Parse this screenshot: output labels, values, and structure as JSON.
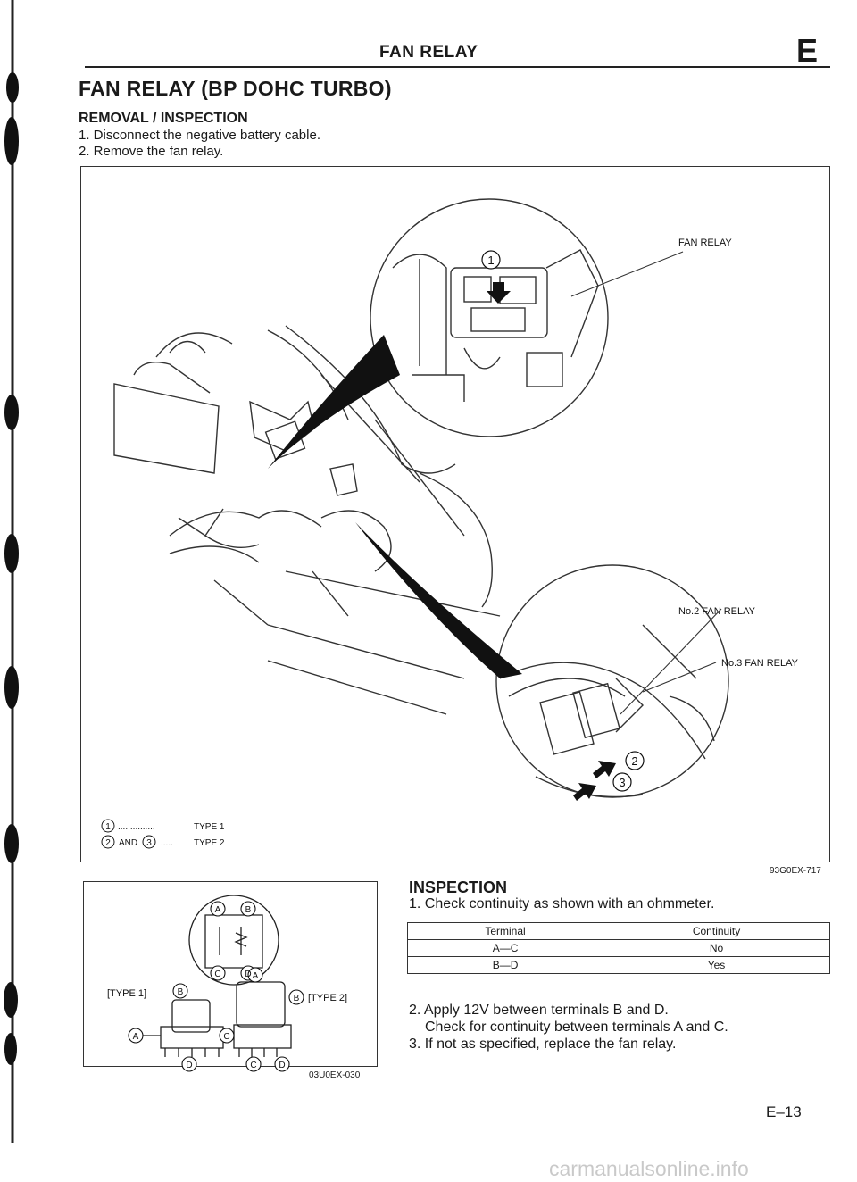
{
  "header": {
    "title": "FAN RELAY",
    "section_letter": "E"
  },
  "section": {
    "title": "FAN RELAY (BP DOHC TURBO)",
    "subtitle": "REMOVAL / INSPECTION",
    "steps": [
      "1. Disconnect the negative battery cable.",
      "2. Remove the fan relay."
    ]
  },
  "figure1": {
    "labels": {
      "fan_relay": "FAN RELAY",
      "no2": "No.2 FAN RELAY",
      "no3": "No.3 FAN RELAY"
    },
    "callouts": {
      "c1": "1",
      "c2": "2",
      "c3": "3"
    },
    "legend": [
      {
        "mark": "1",
        "dots": "...............",
        "type": "TYPE 1"
      },
      {
        "mark": "2",
        "and": "AND",
        "mark2": "3",
        "dots": ".....",
        "type": "TYPE 2"
      }
    ],
    "code": "93G0EX-717"
  },
  "inspection": {
    "title": "INSPECTION",
    "step1": "1. Check continuity as shown with an ohmmeter.",
    "table": {
      "headers": [
        "Terminal",
        "Continuity"
      ],
      "rows": [
        [
          "A—C",
          "No"
        ],
        [
          "B—D",
          "Yes"
        ]
      ]
    },
    "step2": "2. Apply 12V between terminals B and D.",
    "step2b": "Check for continuity between terminals A and C.",
    "step3": "3. If not as specified, replace the fan relay."
  },
  "figure2": {
    "type1": "[TYPE 1]",
    "type2": "[TYPE 2]",
    "terminals": {
      "a": "A",
      "b": "B",
      "c": "C",
      "d": "D"
    },
    "code": "03U0EX-030"
  },
  "page_number": "E–13",
  "watermark": "carmanualsonline.info"
}
